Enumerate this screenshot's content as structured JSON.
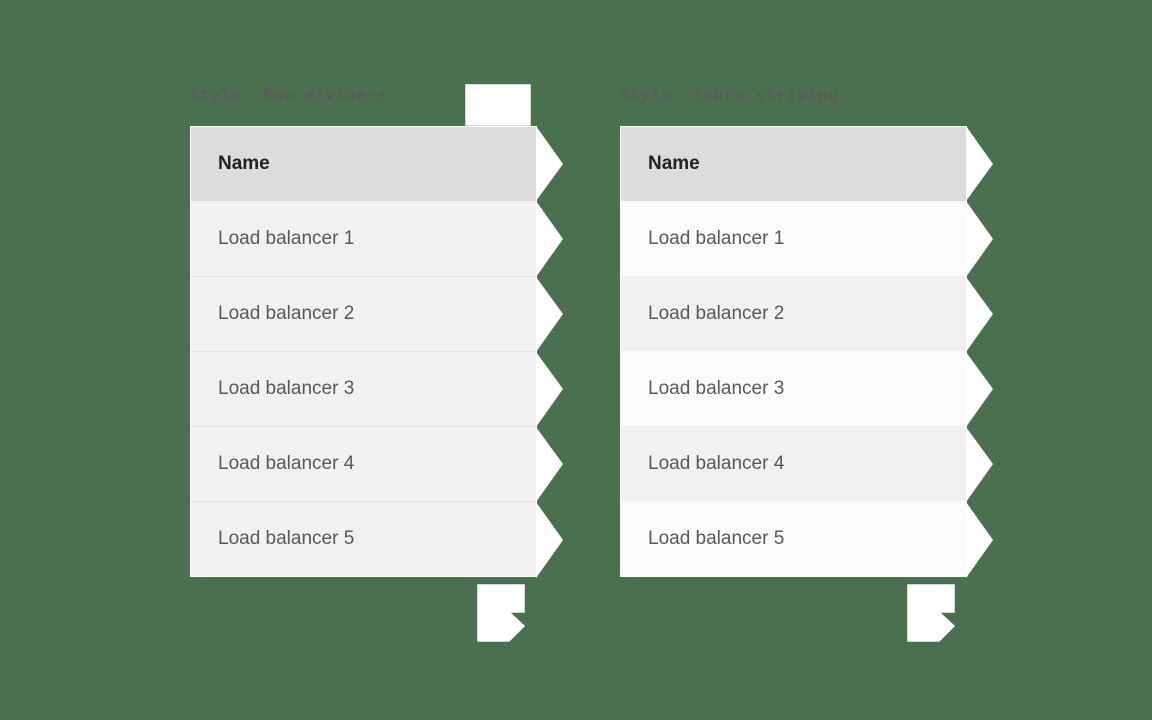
{
  "background_color": "#4a7050",
  "panels": [
    {
      "id": "row-dividers",
      "style_label": "Style: Row dividers",
      "header": "Name",
      "rows": [
        "Load balancer 1",
        "Load balancer 2",
        "Load balancer 3",
        "Load balancer 4",
        "Load balancer 5"
      ],
      "header_bg": "#dcdcdc",
      "row_bg": "#f1f1f1",
      "divider_color": "#e2e2e2"
    },
    {
      "id": "zebra-striping",
      "style_label": "Style: Zebra striping",
      "header": "Name",
      "rows": [
        "Load balancer 1",
        "Load balancer 2",
        "Load balancer 3",
        "Load balancer 4",
        "Load balancer 5"
      ],
      "header_bg": "#dcdcdc",
      "row_bg_odd": "#fbfbfb",
      "row_bg_even": "#f1f1f1"
    }
  ]
}
